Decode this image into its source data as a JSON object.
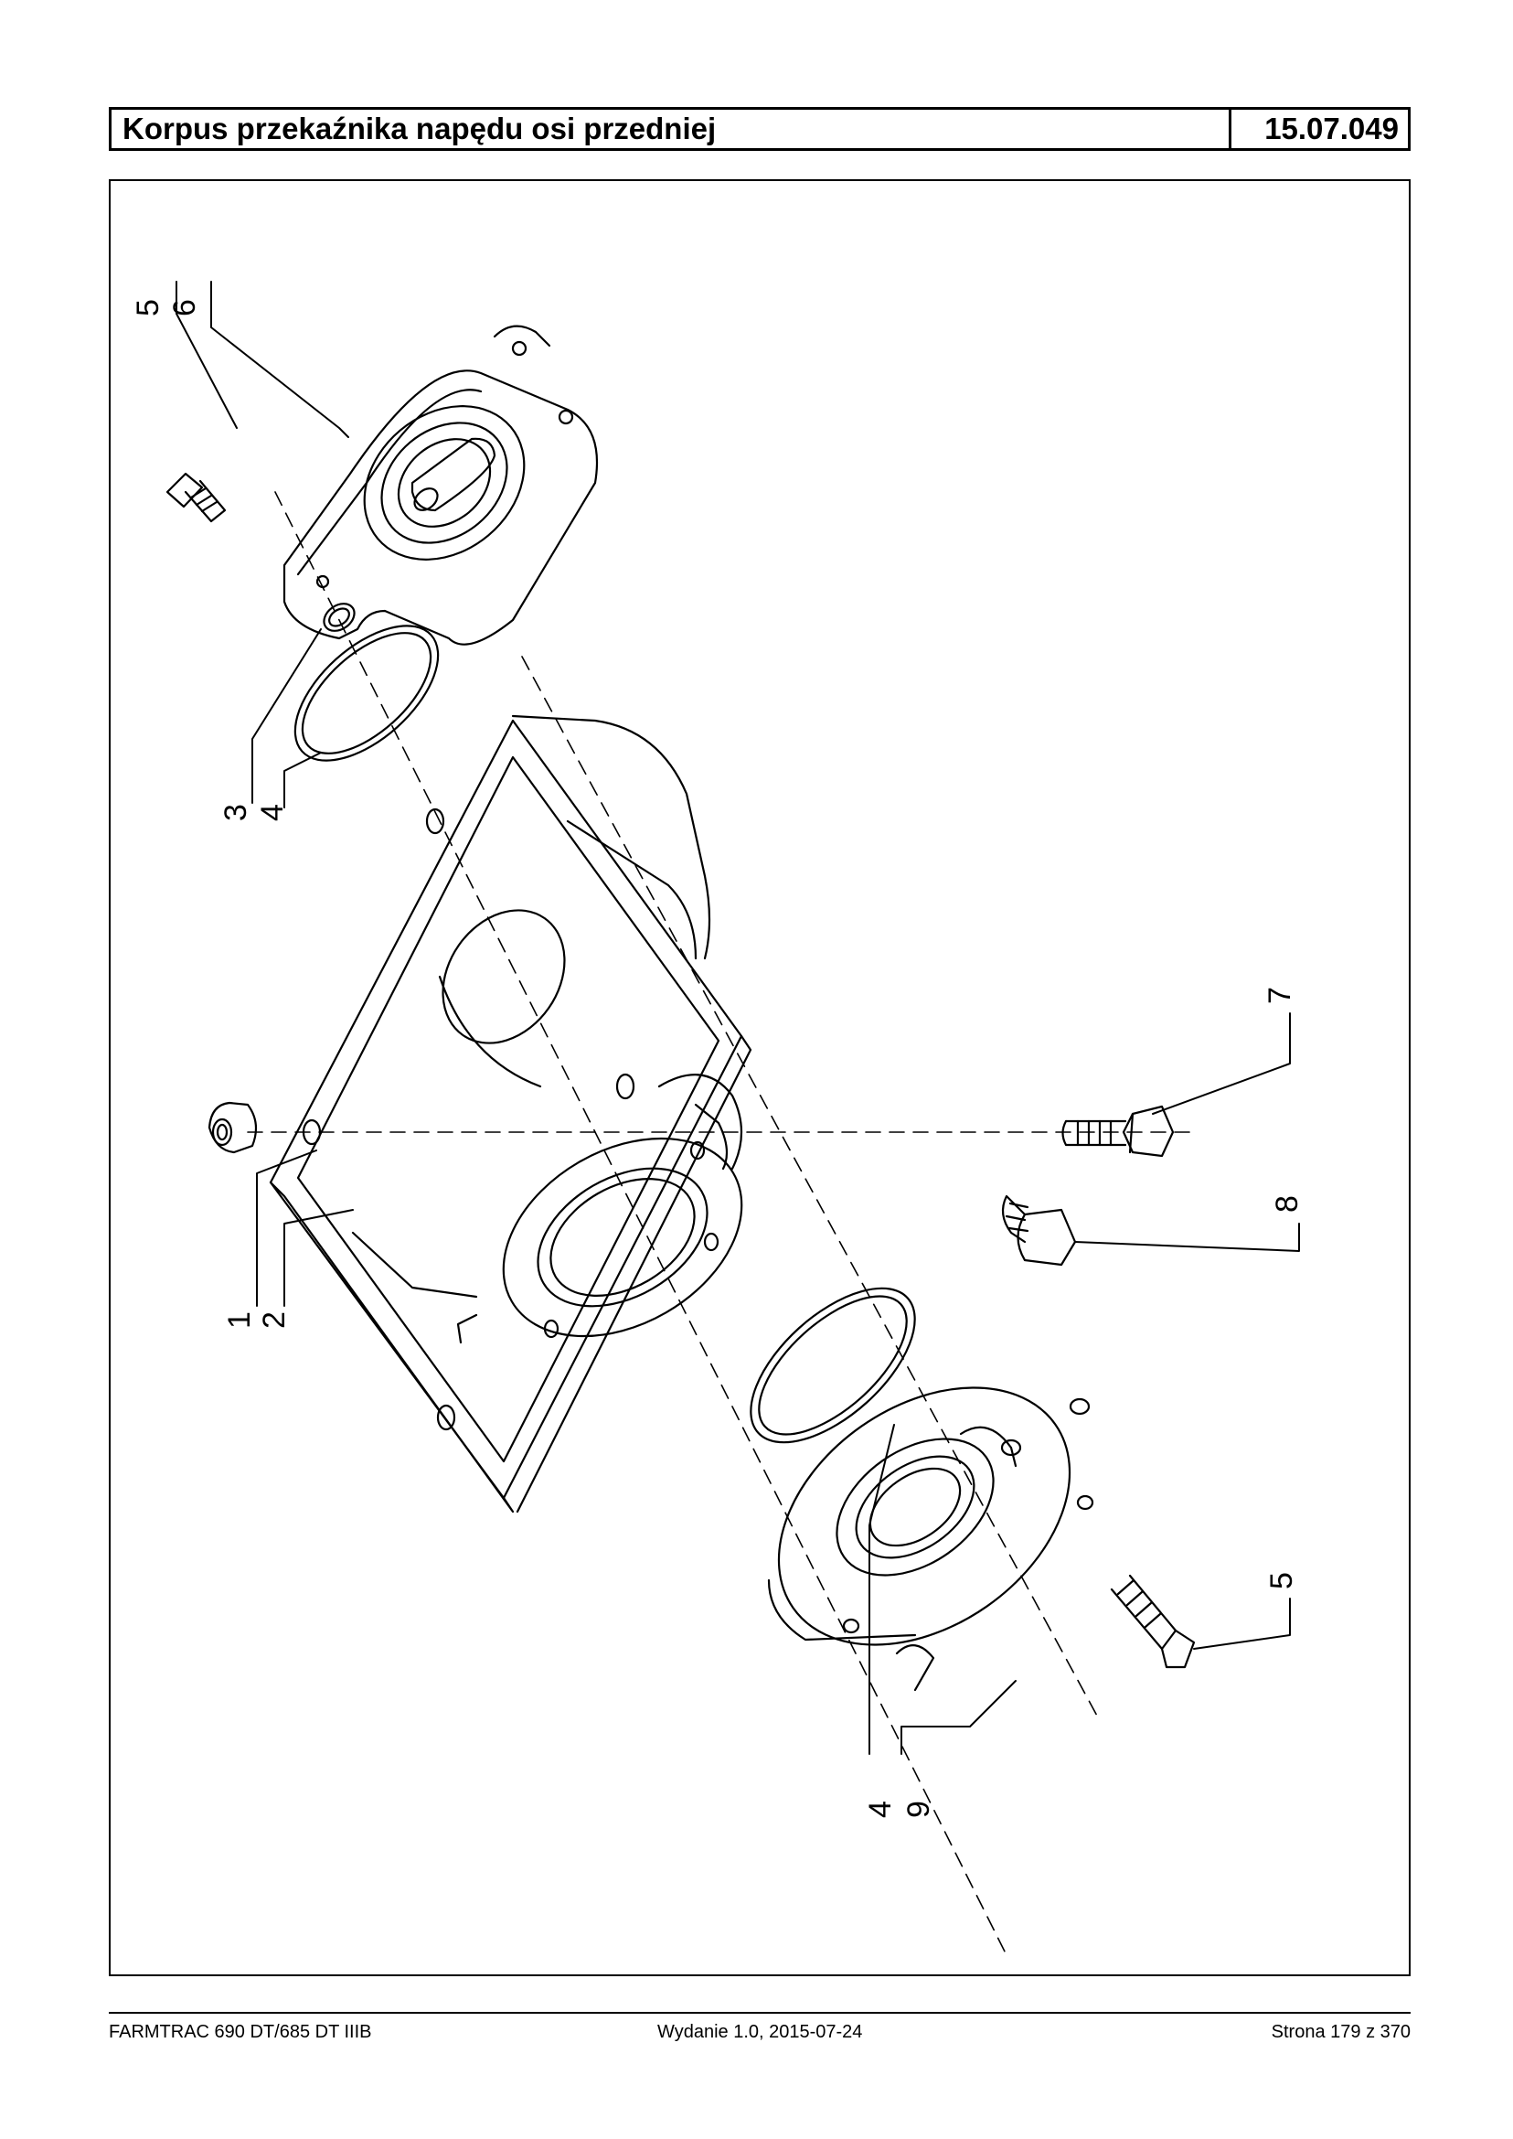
{
  "header": {
    "title": "Korpus przekaźnika napędu osi przedniej",
    "code": "15.07.049"
  },
  "callouts": {
    "c5_top": "5",
    "c6": "6",
    "c3": "3",
    "c4_top": "4",
    "c1": "1",
    "c2": "2",
    "c7": "7",
    "c8": "8",
    "c4_bottom": "4",
    "c9": "9",
    "c5_bottom": "5"
  },
  "footer": {
    "model": "FARMTRAC 690 DT/685 DT IIIB",
    "edition": "Wydanie 1.0,  2015-07-24",
    "page": "Strona 179 z 370"
  }
}
